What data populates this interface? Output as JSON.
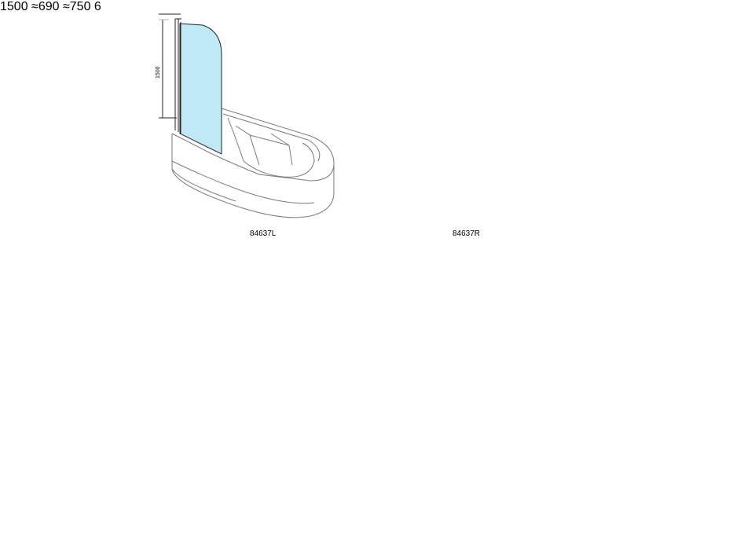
{
  "labels": {
    "left_model": "84637L",
    "right_model": "84637R"
  },
  "dimensions": {
    "height_left": "1500",
    "height_right": "1500",
    "width_inner": "≈690",
    "width_outer": "≈750",
    "detail_gap": "6"
  },
  "colors": {
    "glass": "#bfe9f4",
    "arrow": "#e8201e",
    "hatch": "#555555",
    "outline": "#8a8a8a"
  }
}
